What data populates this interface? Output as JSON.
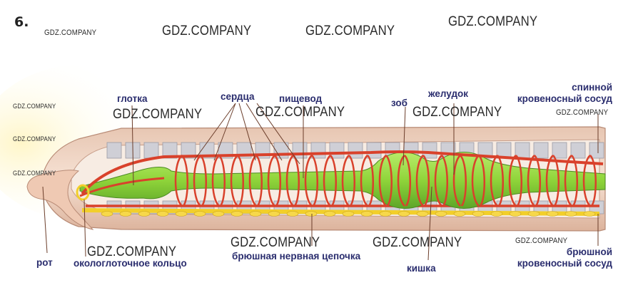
{
  "task_number": "6.",
  "watermark": "GDZ.COMPANY",
  "labels": {
    "glotka": "глотка",
    "serdtsa": "сердца",
    "pishchevod": "пищевод",
    "zob": "зоб",
    "zheludok": "желудок",
    "spinnoy_line1": "спинной",
    "spinnoy_line2": "кровеносный сосуд",
    "rot": "рот",
    "okologlotochnoe": "окологлоточное кольцо",
    "bryushnaya_tsepochka": "брюшная нервная цепочка",
    "kishka": "кишка",
    "bryushnoy_line1": "брюшной",
    "bryushnoy_line2": "кровеносный сосуд"
  },
  "colors": {
    "label_text": "#2a2d6e",
    "vessel": "#d9412b",
    "gut": "#8fd43a",
    "nerve_cord": "#f2cf2a",
    "body_wall": "#f1d4c2"
  }
}
